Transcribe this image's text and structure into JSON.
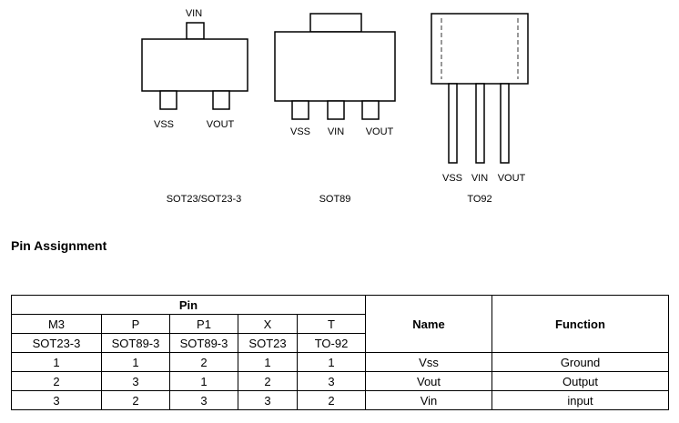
{
  "figures": {
    "sot23": {
      "caption": "SOT23/SOT23-3",
      "pins": {
        "top": "VIN",
        "left": "VSS",
        "right": "VOUT"
      }
    },
    "sot89": {
      "caption": "SOT89",
      "pins": [
        "VSS",
        "VIN",
        "VOUT"
      ]
    },
    "to92": {
      "caption": "TO92",
      "pins": [
        "VSS",
        "VIN",
        "VOUT"
      ]
    }
  },
  "section": {
    "heading": "Pin Assignment"
  },
  "table": {
    "pin_header": "Pin",
    "name_header": "Name",
    "function_header": "Function",
    "codes": [
      "M3",
      "P",
      "P1",
      "X",
      "T"
    ],
    "packages": [
      "SOT23-3",
      "SOT89-3",
      "SOT89-3",
      "SOT23",
      "TO-92"
    ],
    "rows": [
      {
        "pins": [
          "1",
          "1",
          "2",
          "1",
          "1"
        ],
        "name": "Vss",
        "function": "Ground"
      },
      {
        "pins": [
          "2",
          "3",
          "1",
          "2",
          "3"
        ],
        "name": "Vout",
        "function": "Output"
      },
      {
        "pins": [
          "3",
          "2",
          "3",
          "3",
          "2"
        ],
        "name": "Vin",
        "function": "input"
      }
    ]
  }
}
